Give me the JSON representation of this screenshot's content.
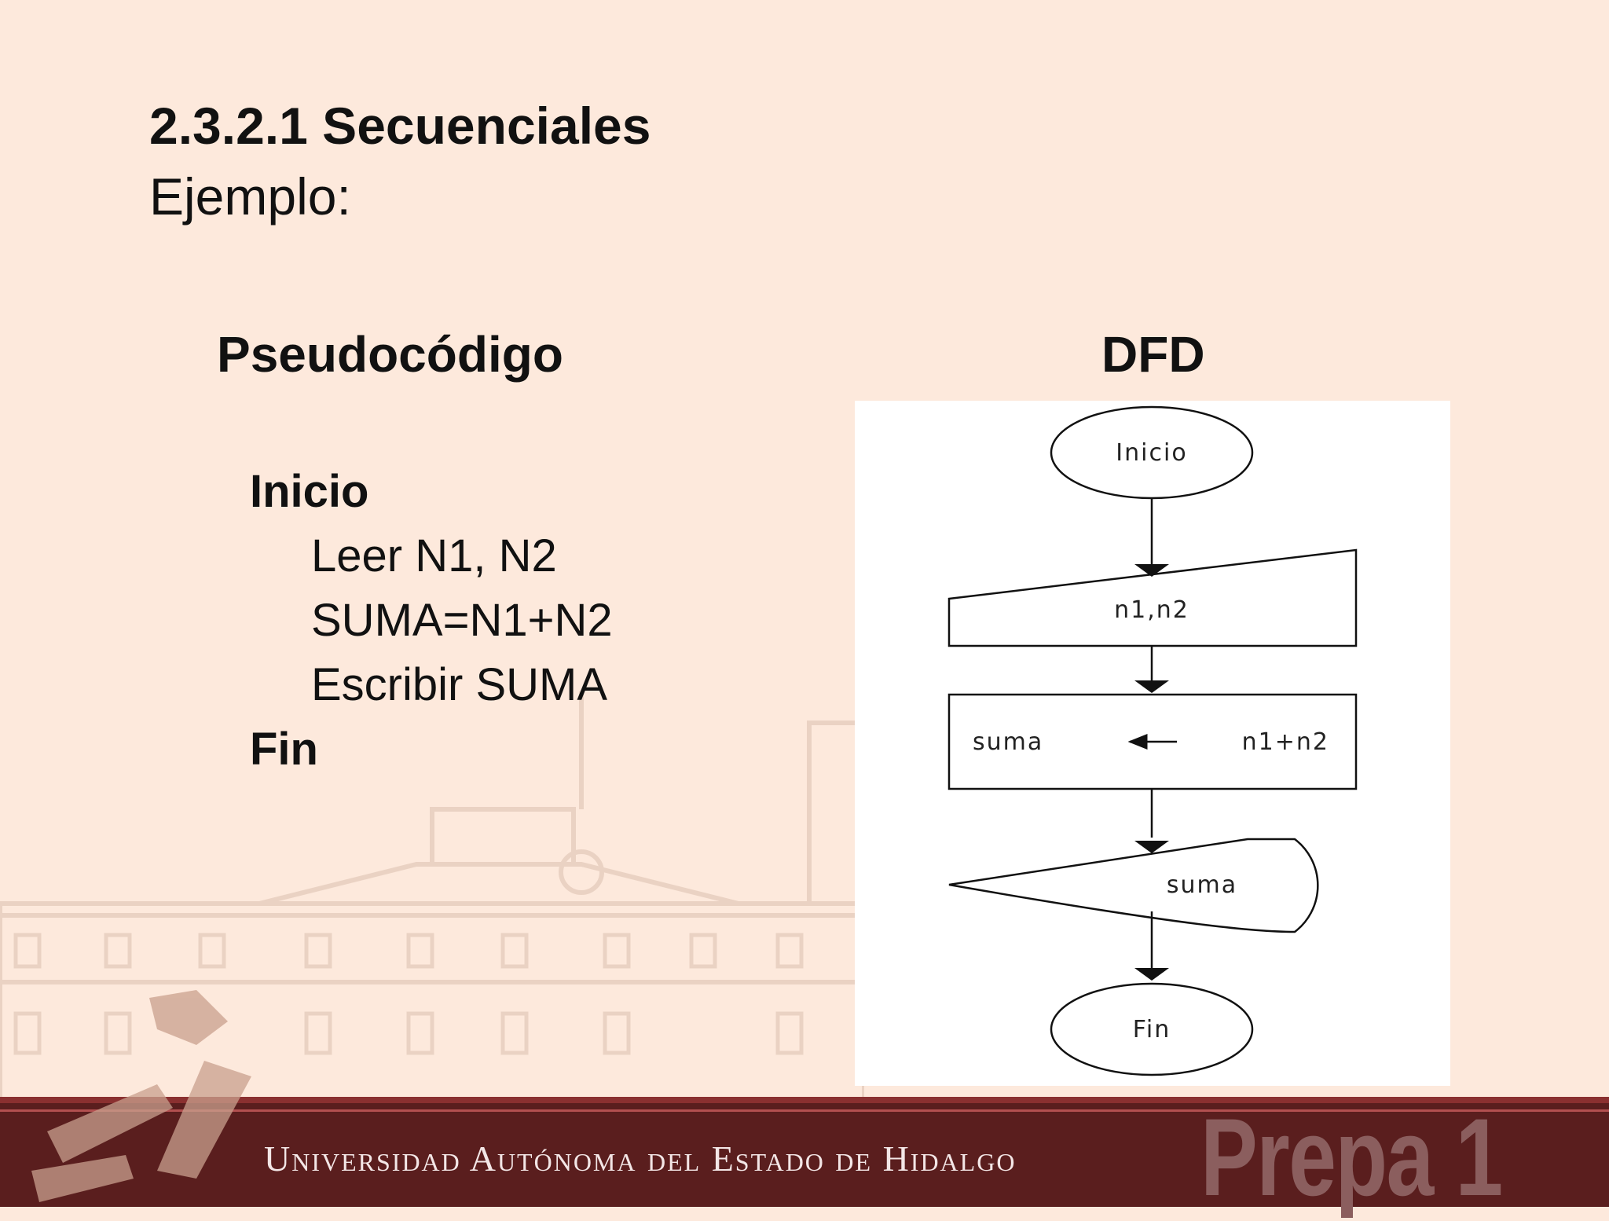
{
  "slide": {
    "title": "2.3.2.1 Secuenciales",
    "subtitle": "Ejemplo:"
  },
  "pseudocode": {
    "heading": "Pseudocódigo",
    "lines": [
      "Inicio",
      "Leer N1, N2",
      "SUMA=N1+N2",
      "Escribir SUMA",
      "Fin"
    ]
  },
  "dfd": {
    "heading": "DFD",
    "start": "Inicio",
    "input": "n1,n2",
    "process_left": "suma",
    "process_right": "n1+n2",
    "output": "suma",
    "end": "Fin"
  },
  "footer": {
    "university": "Universidad Autónoma del Estado de Hidalgo",
    "brand": "Prepa 1"
  },
  "colors": {
    "background": "#fde9dc",
    "footer": "#5a1e1e",
    "watermark": "#d9b9a8"
  }
}
